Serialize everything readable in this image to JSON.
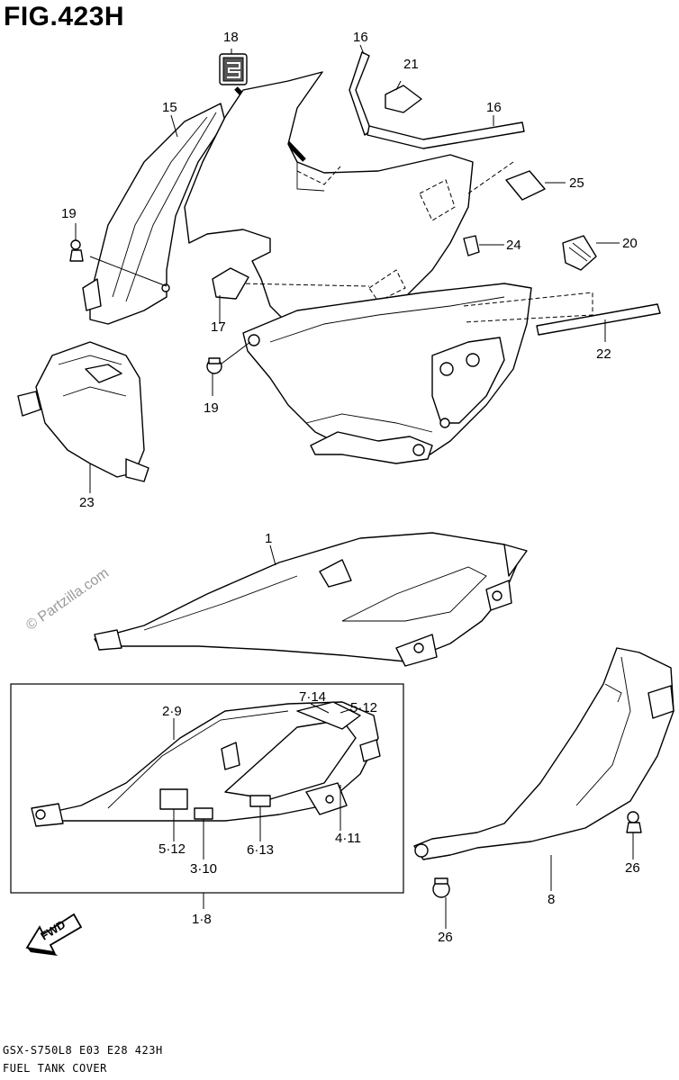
{
  "figure": {
    "title": "FIG.423H",
    "model_line": "GSX-S750L8 E03 E28 423H",
    "caption": "FUEL TANK COVER",
    "watermark": "© Partzilla.com",
    "fwd_label": "FWD"
  },
  "callouts": [
    {
      "id": "18",
      "text": "18"
    },
    {
      "id": "16a",
      "text": "16"
    },
    {
      "id": "21",
      "text": "21"
    },
    {
      "id": "15",
      "text": "15"
    },
    {
      "id": "16b",
      "text": "16"
    },
    {
      "id": "25",
      "text": "25"
    },
    {
      "id": "19a",
      "text": "19"
    },
    {
      "id": "24",
      "text": "24"
    },
    {
      "id": "20",
      "text": "20"
    },
    {
      "id": "17",
      "text": "17"
    },
    {
      "id": "22",
      "text": "22"
    },
    {
      "id": "19b",
      "text": "19"
    },
    {
      "id": "23",
      "text": "23"
    },
    {
      "id": "1",
      "text": "1"
    },
    {
      "id": "7-14",
      "text": "7·14"
    },
    {
      "id": "5-12a",
      "text": "5·12"
    },
    {
      "id": "2-9",
      "text": "2·9"
    },
    {
      "id": "5-12b",
      "text": "5·12"
    },
    {
      "id": "3-10",
      "text": "3·10"
    },
    {
      "id": "6-13",
      "text": "6·13"
    },
    {
      "id": "4-11",
      "text": "4·11"
    },
    {
      "id": "1-8",
      "text": "1·8"
    },
    {
      "id": "26a",
      "text": "26"
    },
    {
      "id": "8",
      "text": "8"
    },
    {
      "id": "26b",
      "text": "26"
    }
  ]
}
